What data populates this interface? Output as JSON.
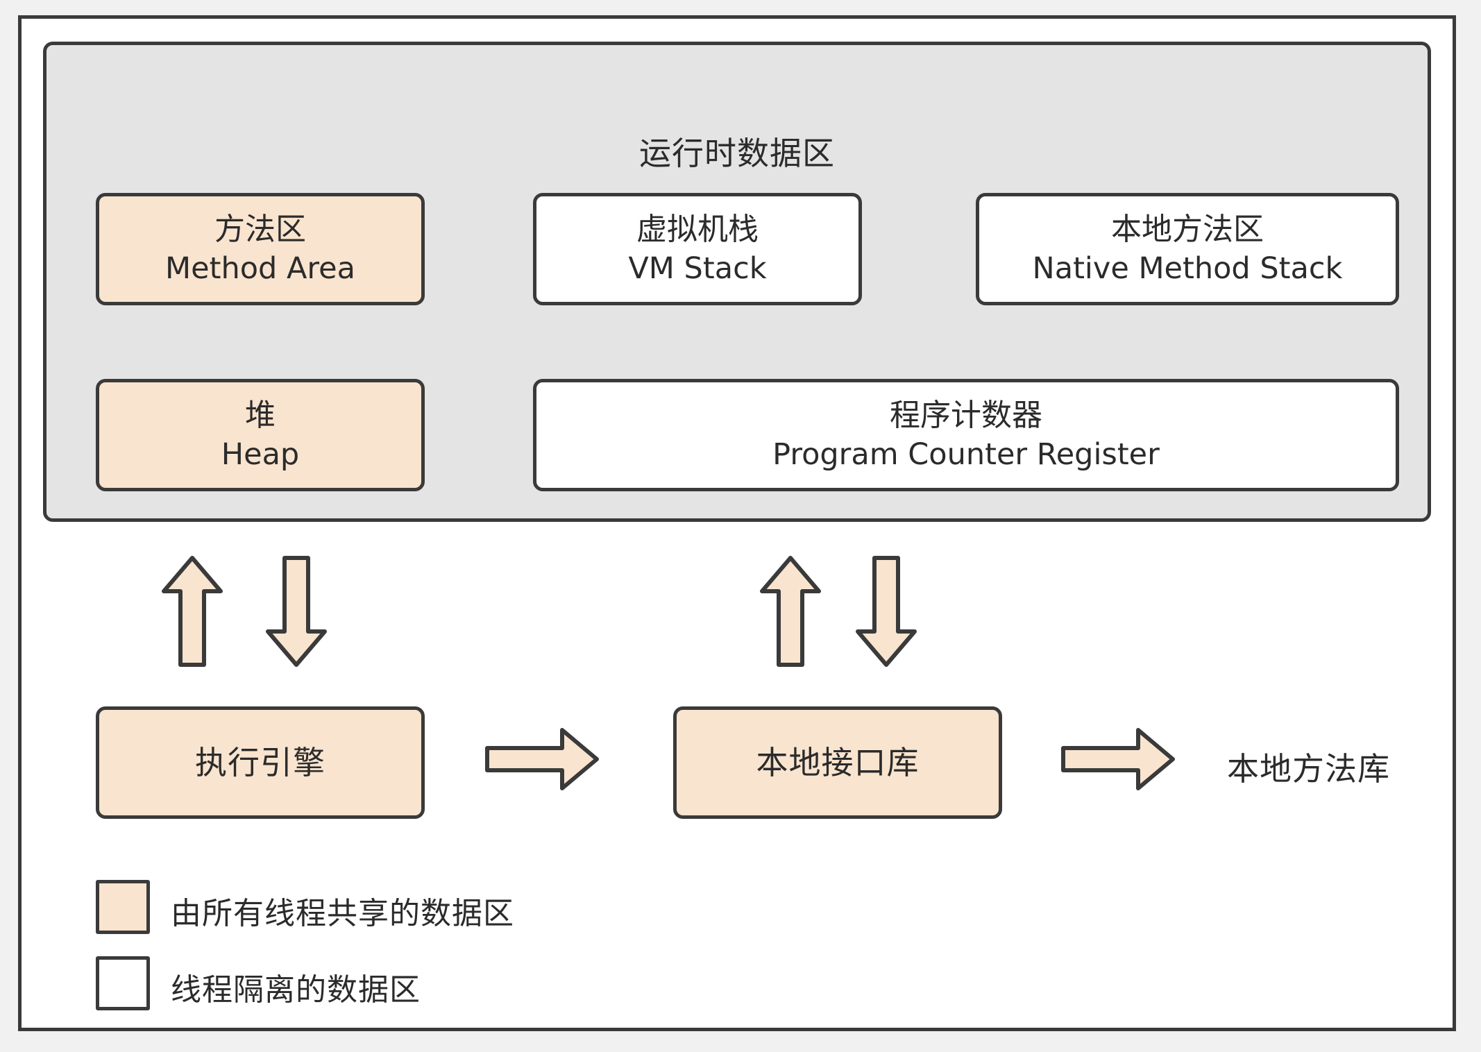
{
  "runtime_area": {
    "title": "运行时数据区"
  },
  "method_area": {
    "zh": "方法区",
    "en": "Method Area"
  },
  "vm_stack": {
    "zh": "虚拟机栈",
    "en": "VM Stack"
  },
  "native_method_stack": {
    "zh": "本地方法区",
    "en": "Native Method Stack"
  },
  "heap": {
    "zh": "堆",
    "en": "Heap"
  },
  "pc_register": {
    "zh": "程序计数器",
    "en": "Program Counter Register"
  },
  "execution_engine": {
    "label": "执行引擎"
  },
  "native_interface": {
    "label": "本地接口库"
  },
  "native_method_library": {
    "label": "本地方法库"
  },
  "legend": {
    "shared": "由所有线程共享的数据区",
    "isolated": "线程隔离的数据区"
  },
  "colors": {
    "shared_fill": "#f9e4cf",
    "isolated_fill": "#ffffff",
    "runtime_fill": "#e4e4e4",
    "border": "#3a3a3a"
  }
}
